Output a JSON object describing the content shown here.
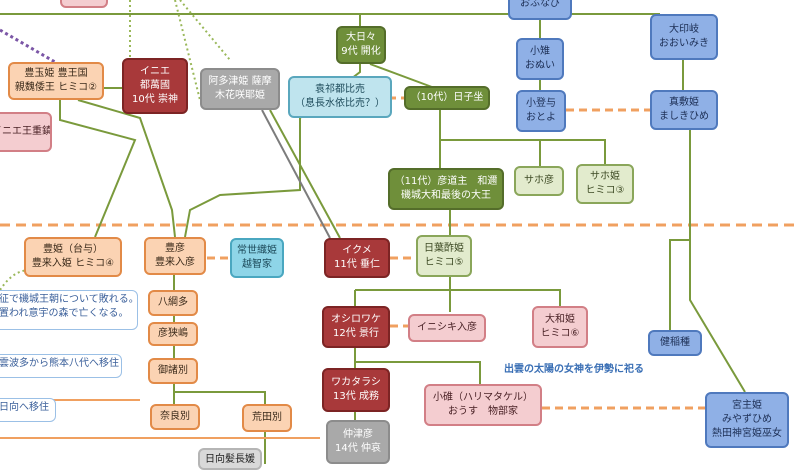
{
  "nodes": {
    "oofunabi": [
      "おふなび"
    ],
    "daiinnmi": [
      "大印岐",
      "おおいみき"
    ],
    "konagi": [
      "小雉",
      "おぬい"
    ],
    "ootoyo": [
      "小登与",
      "おとよ"
    ],
    "masokihime": [
      "真敷姫",
      "ましきひめ"
    ],
    "ohohi": [
      "大日々",
      "9代 開化"
    ],
    "toyotama": [
      "豊玉姫 豊王国",
      "親魏倭王 ヒミコ②"
    ],
    "iniye": [
      "イニエ",
      "都萬國",
      "10代 崇神"
    ],
    "atatsuhime": [
      "阿多津姫 薩摩",
      "木花咲耶姫"
    ],
    "hahohime": [
      "袁祁都比売",
      "（息長水依比売？）"
    ],
    "hikozai": [
      "（10代）日子坐"
    ],
    "inie_left": [
      "イニエ王重鎮"
    ],
    "hikomichi": [
      "（11代）彦道主　和邇",
      "磯城大和最後の大王"
    ],
    "sahohiko": [
      "サホ彦"
    ],
    "sahohime": [
      "サホ姫",
      "ヒミコ③"
    ],
    "toyohime": [
      "豊姫（台与）",
      "豊来入姫 ヒミコ④"
    ],
    "toyohiko": [
      "豊彦",
      "豊来入彦"
    ],
    "tokoyohime": [
      "常世織姫",
      "越智家"
    ],
    "ikume": [
      "イクメ",
      "11代 垂仁"
    ],
    "hibasu": [
      "日葉酢姫",
      "ヒミコ⑤"
    ],
    "hachiamita": [
      "八綱多"
    ],
    "hikosashima": [
      "彦狭嶋"
    ],
    "mimorowake": [
      "御諸別"
    ],
    "oshirowake": [
      "オシロワケ",
      "12代 景行"
    ],
    "inishiki": [
      "イニシキ入彦"
    ],
    "yamatohime": [
      "大和姫",
      "ヒミコ⑥"
    ],
    "kenaho": [
      "健稲種"
    ],
    "narawake": [
      "奈良別"
    ],
    "arata": [
      "荒田別"
    ],
    "wakatarashi": [
      "ワカタラシ",
      "13代 成務"
    ],
    "kogoshi": [
      "小碓（ハリマタケル）",
      "おうす　物部家"
    ],
    "miyazu": [
      "宮主姫",
      "みやずひめ",
      "熱田神宮姫巫女"
    ],
    "nakatsuhiko": [
      "仲津彦",
      "14代 仲哀"
    ],
    "himuka": [
      "日向髪長媛"
    ]
  },
  "notes": {
    "note1": [
      "征で磯城王朝について敗れる。",
      "置われ意宇の森で亡くなる。"
    ],
    "note2": "雲波多から熊本八代へ移住",
    "note3": "日向へ移住"
  },
  "caption": "出雲の太陽の女神を伊勢に祀る",
  "colors": {
    "line_green": "#7a9a3c",
    "line_orange": "#f0a060",
    "line_gray": "#7c7c7c",
    "line_purple": "#7b56a6",
    "dotted_green": "#9ab85a"
  }
}
